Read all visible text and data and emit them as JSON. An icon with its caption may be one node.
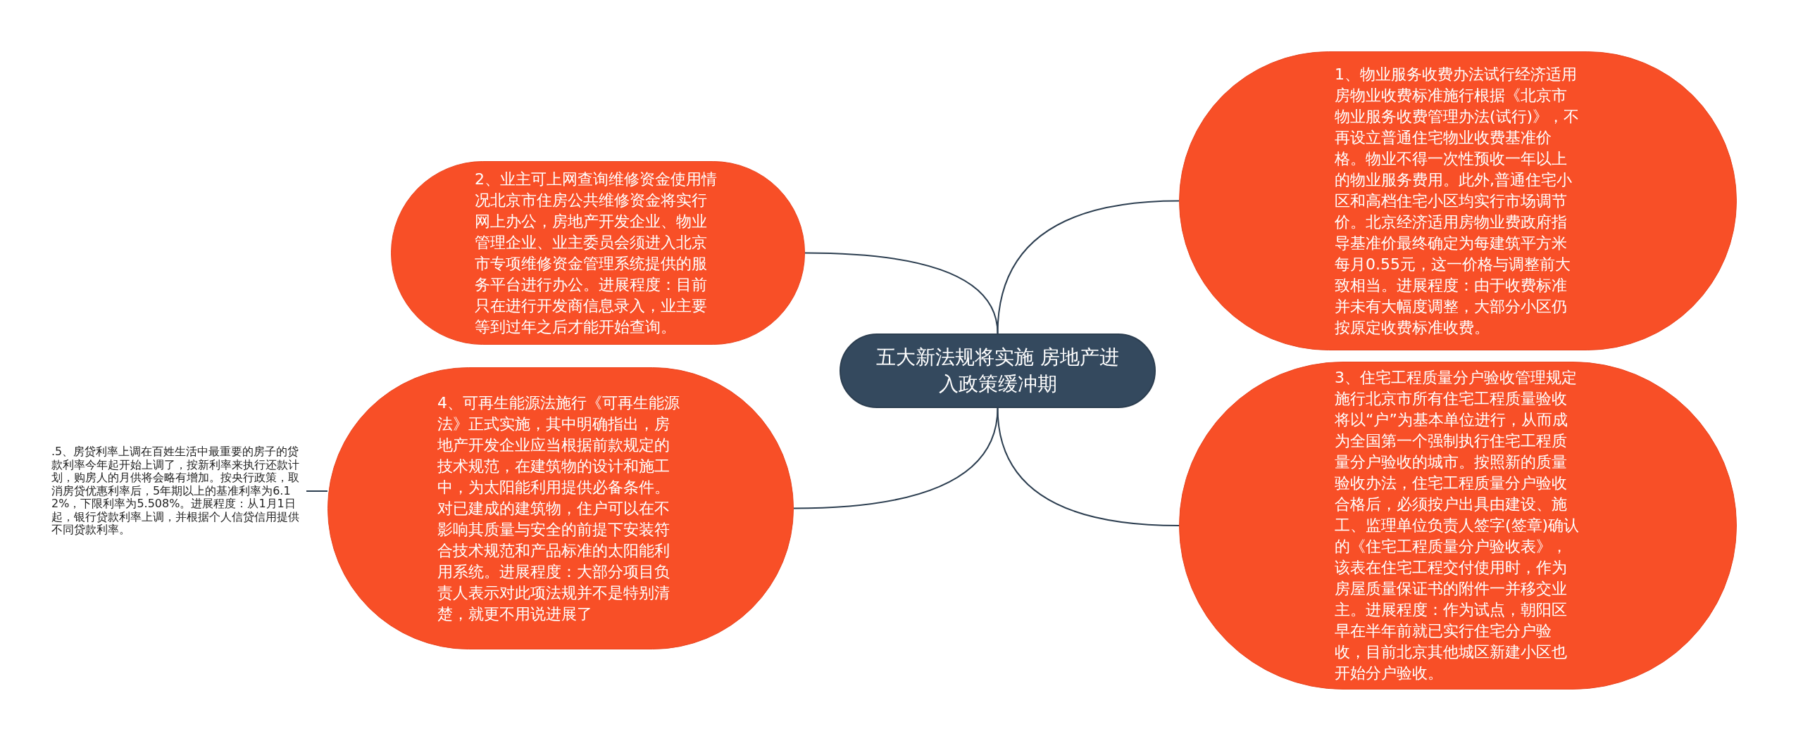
{
  "diagram": {
    "nodes": [
      {
        "text": [
          "五大新法规将实施 房地产进入政策缓冲期"
        ]
      },
      {
        "text": [
          "1、物业服务收费办法试行经济适用房物业收费标准施行根据《北京市物业服务收费管理办法(试行)》，不再设立普通住宅物业收费基准价格。物业不得一次性预收一年以上的物业服务费用。此外,普通住宅小区和高档住宅小区均实行市场调节价。北京经济适用房物业费政府指导基准价最终确定为每建筑平方米每月0.55元，这一价格与调整前大致相当。进展程度：由于收费标准并未有大幅度调整，大部分小区仍按原定收费标准收费。"
        ]
      },
      {
        "text": [
          "2、业主可上网查询维修资金使用情况北京市住房公共维修资金将实行网上办公，房地产开发企业、物业管理企业、业主委员会须进入北京市专项维修资金管理系统提供的服务平台进行办公。进展程度：目前只在进行开发商信息录入，业主要等到过年之后才能开始查询。"
        ]
      },
      {
        "text": [
          "3、住宅工程质量分户验收管理规定施行北京市所有住宅工程质量验收将以“户”为基本单位进行，从而成为全国第一个强制执行住宅工程质量分户验收的城市。按照新的质量验收办法，住宅工程质量分户验收合格后，必须按户出具由建设、施工、监理单位负责人签字(签章)确认的《住宅工程质量分户验收表》，该表在住宅工程交付使用时，作为房屋质量保证书的附件一并移交业主。进展程度：作为试点，朝阳区早在半年前就已实行住宅分户验收，目前北京其他城区新建小区也开始分户验收。"
        ]
      },
      {
        "text": [
          "4、可再生能源法施行《可再生能源法》正式实施，其中明确指出，房地产开发企业应当根据前款规定的技术规范，在建筑物的设计和施工中，为太阳能利用提供必备条件。对已建成的建筑物，住户可以在不影响其质量与安全的前提下安装符合技术规范和产品标准的太阳能利用系统。进展程度：大部分项目负责人表示对此项法规并不是特别清楚，就更不用说进展了"
        ]
      },
      {
        "text": [
          ".5、房贷利率上调在百姓生活中最重要的房子的贷款利率今年起开始上调了，按新利率来执行还款计划，购房人的月供将会略有增加。按央行政策，取消房贷优惠利率后，5年期以上的基准利率为6.12%，下限利率为5.508%。进展程度：从1月1日起，银行贷款利率上调，并根据个人信贷信用提供不同贷款利率。"
        ]
      }
    ],
    "edges": [
      {
        "from": 0,
        "to": 1,
        "arrow": "none"
      },
      {
        "from": 0,
        "to": 2,
        "arrow": "none"
      },
      {
        "from": 0,
        "to": 3,
        "arrow": "none"
      },
      {
        "from": 0,
        "to": 4,
        "arrow": "none"
      },
      {
        "from": 4,
        "to": 5,
        "arrow": "none"
      }
    ]
  }
}
